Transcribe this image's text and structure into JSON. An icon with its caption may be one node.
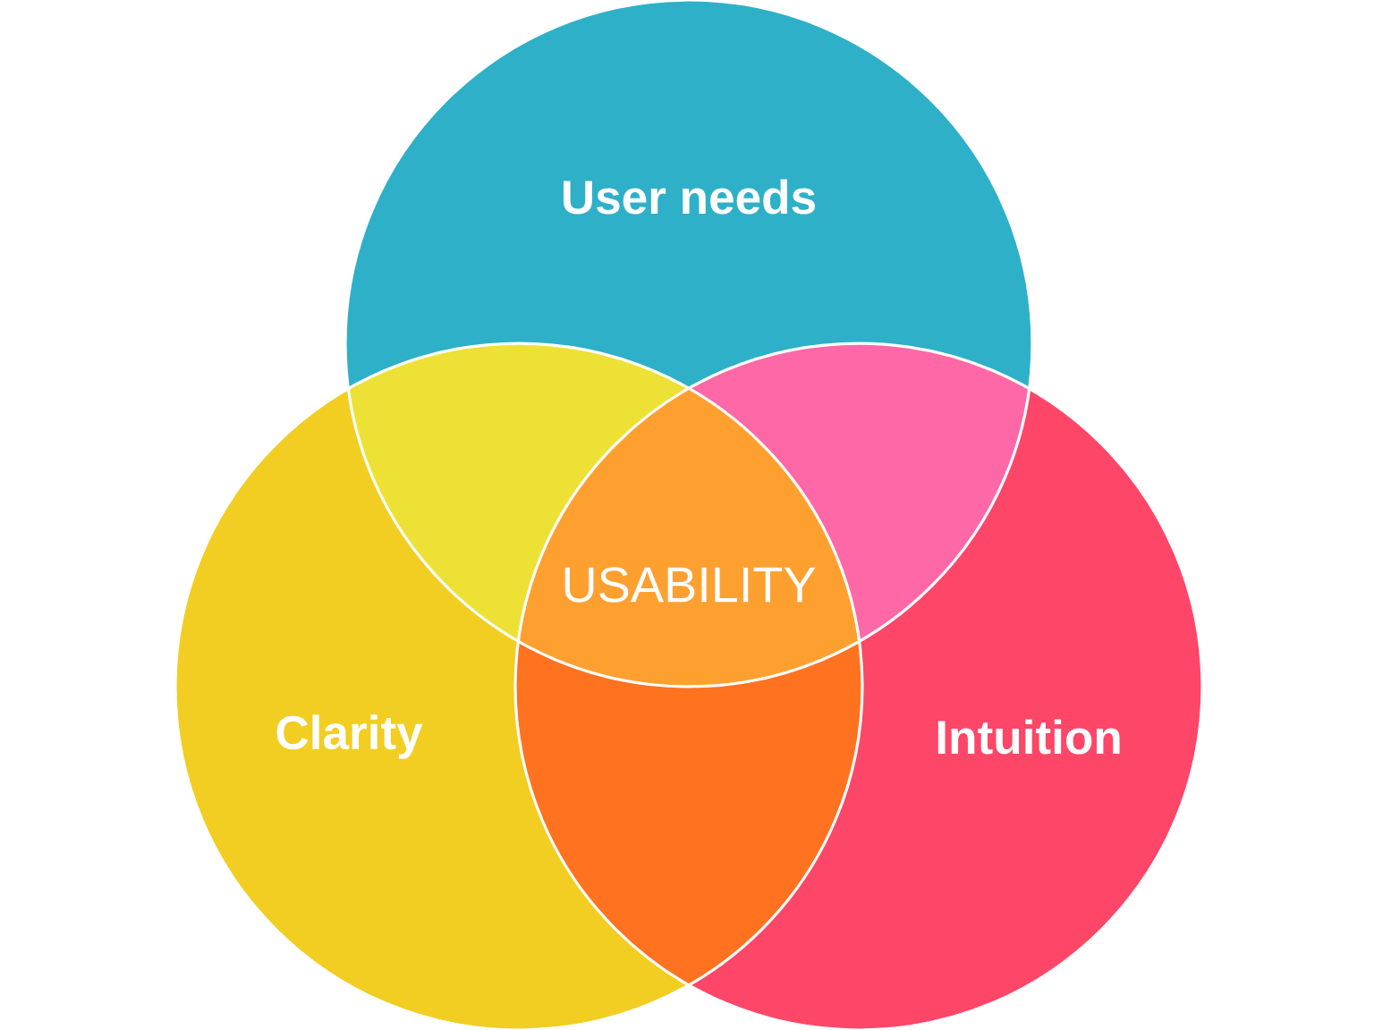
{
  "diagram": {
    "nodes": [
      {
        "text": [
          "User needs"
        ]
      },
      {
        "text": [
          "Clarity"
        ]
      },
      {
        "text": [
          "Intuition"
        ]
      },
      {
        "text": [
          "USABILITY"
        ]
      }
    ]
  }
}
